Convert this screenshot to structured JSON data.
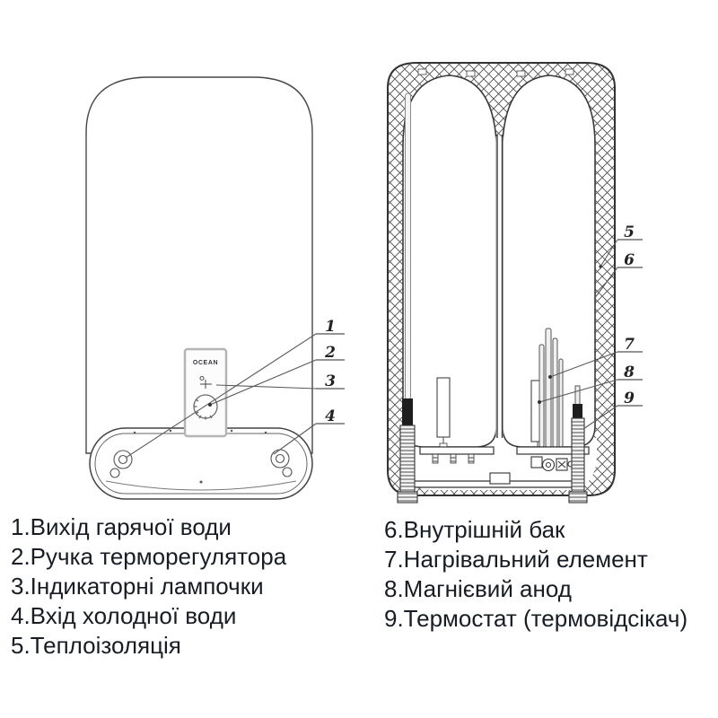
{
  "front_view": {
    "brand": "OCEAN"
  },
  "callouts": {
    "c1": "1",
    "c2": "2",
    "c3": "3",
    "c4": "4",
    "c5": "5",
    "c6": "6",
    "c7": "7",
    "c8": "8",
    "c9": "9"
  },
  "legend": {
    "left": [
      "1.Вихід гарячої води",
      "2.Ручка терморегулятора",
      "3.Індикаторні лампочки",
      "4.Вхід холодної води",
      "5.Теплоізоляція"
    ],
    "right": [
      "6.Внутрішній бак",
      "7.Нагрівальний елемент",
      "8.Магнієвий анод",
      "9.Термостат (термовідсікач)"
    ]
  },
  "colors": {
    "line": "#3d3d3d",
    "text": "#181c24",
    "panel_border": "#b5b5b5",
    "hatch": "#4f4f4f"
  }
}
